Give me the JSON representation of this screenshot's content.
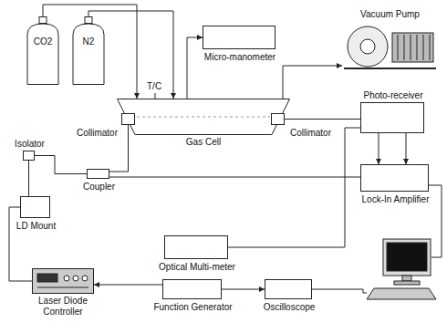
{
  "diagram": {
    "nodes": [
      {
        "text": [
          "CO2"
        ]
      },
      {
        "text": [
          "N2"
        ]
      },
      {
        "text": [
          "Micro-manometer"
        ]
      },
      {
        "text": [
          "Vacuum Pump"
        ]
      },
      {
        "text": [
          "Gas Cell"
        ]
      },
      {
        "text": [
          "Collimator"
        ]
      },
      {
        "text": [
          "Collimator"
        ]
      },
      {
        "text": [
          "Photo-receiver"
        ]
      },
      {
        "text": [
          "Isolator"
        ]
      },
      {
        "text": [
          "Coupler"
        ]
      },
      {
        "text": [
          "Lock-In Amplifier"
        ]
      },
      {
        "text": [
          "LD Mount"
        ]
      },
      {
        "text": [
          "Optical Multi-meter"
        ]
      },
      {
        "text": [
          "Laser Diode Controller"
        ]
      },
      {
        "text": [
          "Function Generator"
        ]
      },
      {
        "text": [
          "Oscilloscope"
        ]
      }
    ],
    "edges": [
      {
        "from": 0,
        "to": 4,
        "arrow": "to"
      },
      {
        "from": 1,
        "to": 4,
        "arrow": "to"
      },
      {
        "from": 4,
        "to": 2,
        "arrow": "to"
      },
      {
        "from": 4,
        "to": 3,
        "arrow": "to"
      },
      {
        "from": 6,
        "to": 7,
        "arrow": "none"
      },
      {
        "from": 7,
        "to": 10,
        "arrow": "to"
      },
      {
        "from": 7,
        "to": 10,
        "arrow": "to"
      },
      {
        "from": 8,
        "to": 9,
        "arrow": "none"
      },
      {
        "from": 9,
        "to": 5,
        "arrow": "none"
      },
      {
        "from": 9,
        "to": 10,
        "arrow": "none"
      },
      {
        "from": 11,
        "to": 8,
        "arrow": "none"
      },
      {
        "from": 13,
        "to": 11,
        "arrow": "none"
      },
      {
        "from": 14,
        "to": 13,
        "arrow": "to"
      },
      {
        "from": 14,
        "to": 15,
        "arrow": "to"
      },
      {
        "from": 7,
        "to": 12,
        "arrow": "none"
      }
    ],
    "labels": [
      "T/C"
    ]
  }
}
